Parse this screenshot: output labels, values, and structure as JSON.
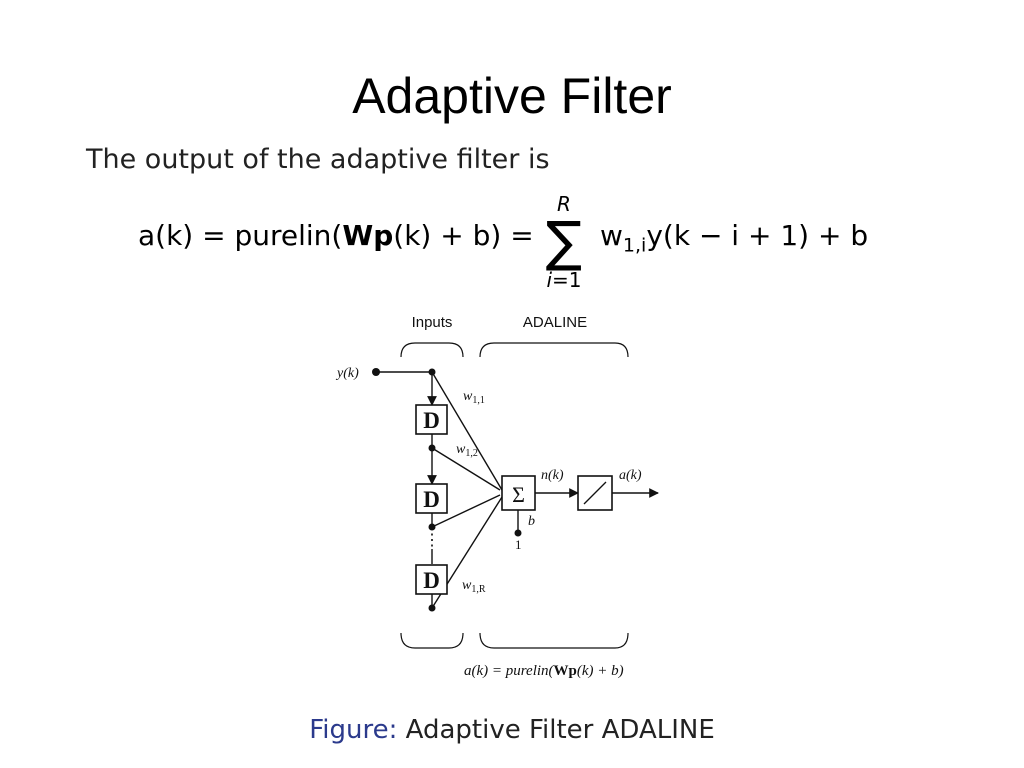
{
  "slide": {
    "title": "Adaptive Filter",
    "intro": "The output of the adaptive filter is"
  },
  "equation": {
    "lhs": "a(k) = purelin(",
    "bold": "Wp",
    "mid": "(k) + b) =",
    "sum_upper": "R",
    "sum_sign": "∑",
    "sum_lower_var": "i",
    "sum_lower_rest": "=1",
    "term_w": "w",
    "term_sub": "1,i",
    "term_rest": "y(k − i + 1) + b"
  },
  "diagram": {
    "label_inputs": "Inputs",
    "label_adaline": "ADALINE",
    "input_label": "y(k)",
    "delay_label": "D",
    "weight_1": "w",
    "weight_1_sub": "1,1",
    "weight_2": "w",
    "weight_2_sub": "1,2",
    "weight_r": "w",
    "weight_r_sub": "1,R",
    "sum_symbol": "Σ",
    "net_label": "n(k)",
    "output_label": "a(k)",
    "bias_label": "b",
    "bias_input": "1",
    "ellipsis": "⋮",
    "bottom_formula_a": "a(k) = purelin(",
    "bottom_formula_bold": "Wp",
    "bottom_formula_b": "(k) + b)"
  },
  "caption": {
    "label": "Figure:",
    "text": "Adaptive Filter ADALINE"
  },
  "colors": {
    "caption_label": "#2b3a8c",
    "stroke": "#111111"
  }
}
